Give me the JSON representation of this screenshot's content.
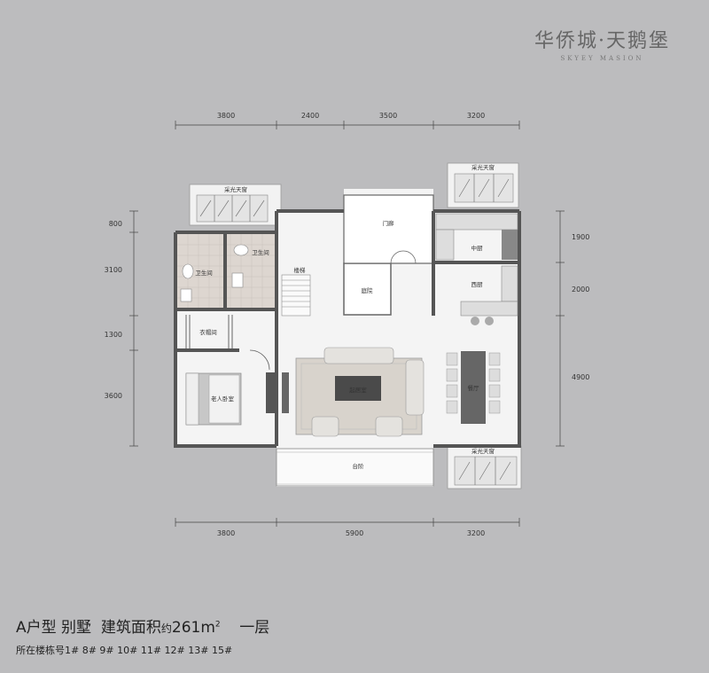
{
  "logo": {
    "chinese": "华侨城·天鹅堡",
    "english": "SKYEY MASION"
  },
  "dimensions": {
    "top": [
      "3800",
      "2400",
      "3500",
      "3200"
    ],
    "bottom": [
      "3800",
      "5900",
      "3200"
    ],
    "left": [
      "800",
      "3100",
      "1300",
      "3600"
    ],
    "right": [
      "1900",
      "2000",
      "4900"
    ]
  },
  "rooms": {
    "skylight_tl": "采光天窗",
    "skylight_tr": "采光天窗",
    "skylight_br": "采光天窗",
    "bath1": "卫生间",
    "bath2": "卫生间",
    "stairs": "楼梯",
    "entry": "门廊",
    "courtyard": "庭院",
    "chinese_kitchen": "中厨",
    "western_kitchen": "西厨",
    "cloakroom": "衣帽间",
    "master": "老人卧室",
    "living": "起居室",
    "dining": "餐厅",
    "terrace": "台阶"
  },
  "title": {
    "type": "A户型 别墅",
    "area_label": "建筑面积",
    "area_prefix": "约",
    "area_value": "261m",
    "area_sup": "2",
    "floor": "一层"
  },
  "subtitle": "所在楼栋号1# 8# 9# 10# 11# 12# 13# 15#"
}
